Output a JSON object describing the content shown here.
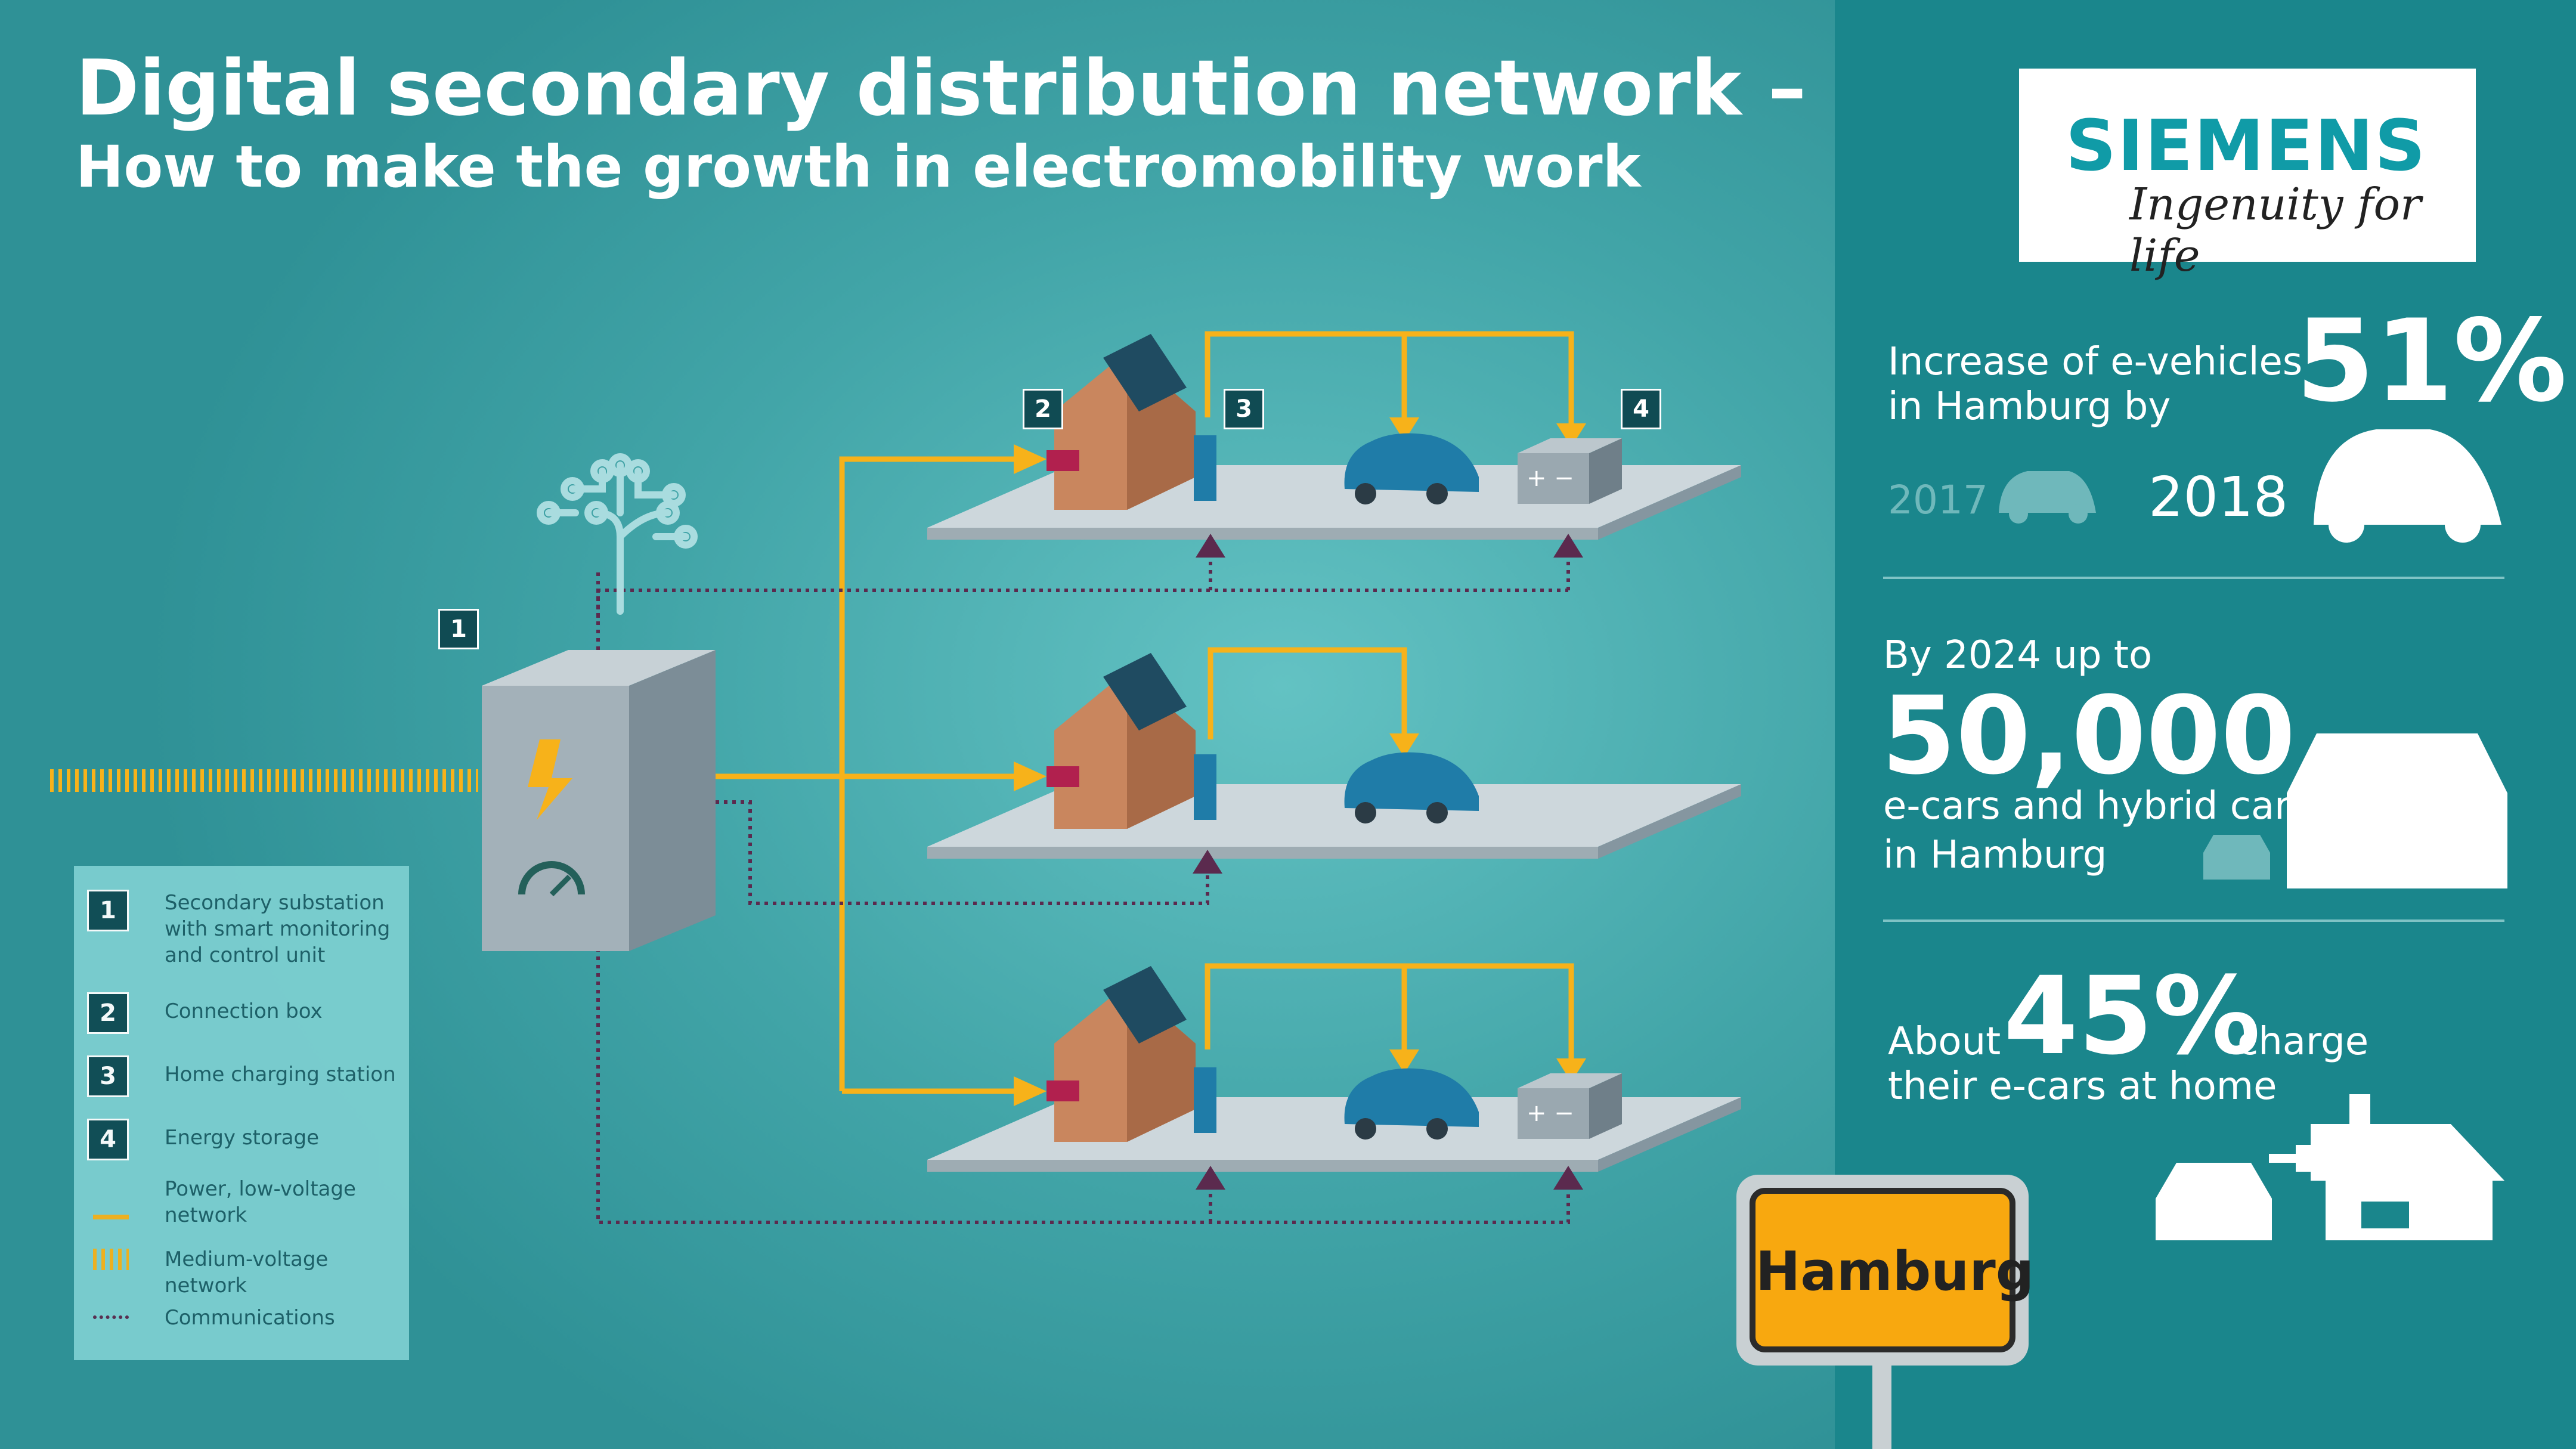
{
  "title": {
    "line1": "Digital secondary distribution network –",
    "line2": "How to make the growth in electromobility work"
  },
  "logo": {
    "wordmark": "SIEMENS",
    "tagline": "Ingenuity for life"
  },
  "stats": {
    "ev_increase": {
      "label_line1": "Increase of e-vehicles",
      "label_line2": "in Hamburg by",
      "value": "51%",
      "year_from": "2017",
      "year_to": "2018"
    },
    "forecast": {
      "intro": "By 2024 up to",
      "value": "50,000",
      "line1": "e-cars and hybrid cars",
      "line2": "in Hamburg"
    },
    "home_charging": {
      "prefix": "About",
      "value": "45%",
      "suffix": "charge",
      "line2": "their e-cars at home"
    }
  },
  "diagram": {
    "badges": [
      "1",
      "2",
      "3",
      "4"
    ]
  },
  "legend": {
    "items": [
      {
        "num": "1",
        "label": "Secondary substation with smart monitoring and control unit"
      },
      {
        "num": "2",
        "label": "Connection box"
      },
      {
        "num": "3",
        "label": "Home charging station"
      },
      {
        "num": "4",
        "label": "Energy storage"
      },
      {
        "label": "Power, low-voltage network"
      },
      {
        "label": "Medium-voltage network"
      },
      {
        "label": "Communications"
      }
    ]
  },
  "sign": {
    "text": "Hamburg"
  },
  "colors": {
    "power": "#f7b21a",
    "communication": "#5b2a4e",
    "substation": "#9aaab3",
    "house": "#c9865e",
    "car": "#1f7ca8",
    "panel": "#1a868c"
  }
}
